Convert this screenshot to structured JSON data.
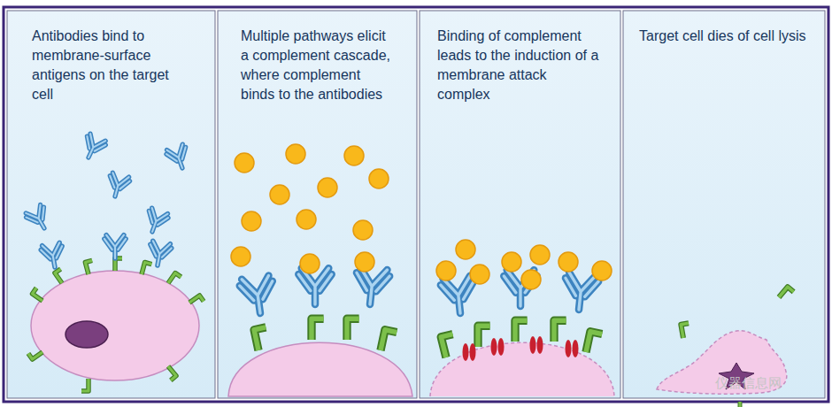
{
  "diagram": {
    "nodes": [
      {
        "text": [
          "Antibodies bind to membrane-surface antigens on the target cell"
        ]
      },
      {
        "text": [
          "Multiple pathways elicit a complement cascade, where complement binds to the antibodies"
        ]
      },
      {
        "text": [
          "Binding of complement leads to the induction of a membrane attack complex"
        ]
      },
      {
        "text": [
          "Target cell dies of cell lysis"
        ]
      }
    ],
    "labels": [
      "仪器信息网"
    ]
  }
}
